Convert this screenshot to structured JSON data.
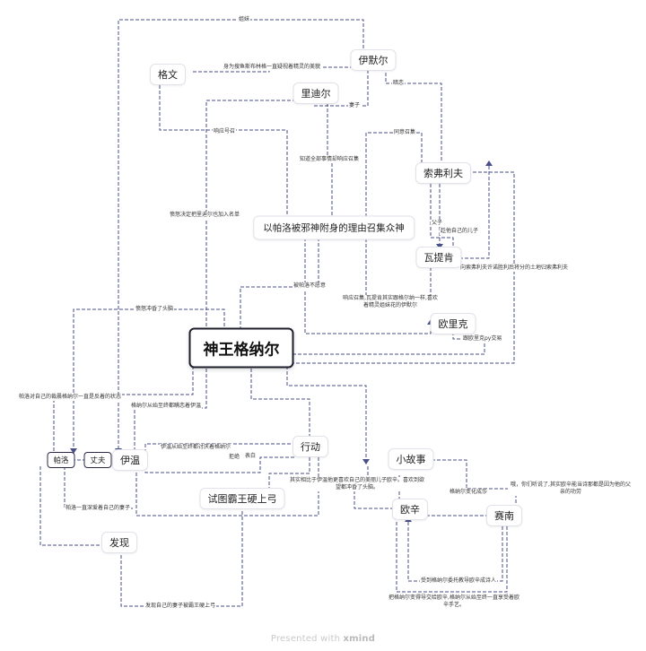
{
  "nodes": {
    "center": "神王格纳尔",
    "imir": "伊默尔",
    "gewen": "格文",
    "lidier": "里迪尔",
    "sofrifu": "索弗利夫",
    "waticken": "瓦提肯",
    "summon": "以帕洛被邪神附身的理由召集众神",
    "olike": "欧里克",
    "xingdong": "行动",
    "xiaogushi": "小故事",
    "yiwen": "伊温",
    "paluo": "帕洛",
    "zhangfu": "丈夫",
    "shitu": "试图霸王硬上弓",
    "faxian": "发现",
    "ouxin": "欧辛",
    "sainan": "赛南"
  },
  "labels": {
    "sister": "姐妹",
    "imir_desc": "身为搜鱼斯布林格一直疑视着精灵的美貌",
    "xiangying_hao": "响应号召",
    "wife": "妻子",
    "anlian": "暗恋",
    "tongyi_zhaoji": "同意召集",
    "zhidao": "知道全部事情却响应召集",
    "fennu_lidier": "愤怒决定把里迪尔也加入名单",
    "father_son": "父子",
    "shengmu": "趁他自己的儿子",
    "sofrifu_req": "向索弗利夫许诺胜利后将分的土地归索弗利夫",
    "beizhao": "被帕洛不愿意",
    "waticken_resp": "响应召集,瓦提肯其实跟格尔纳一样,喜欢着精灵姐妹花的伊默尔",
    "olike_deal": "跟欧里克py交易",
    "fennu_chong": "愤怒冲昏了头脑",
    "paluo_status": "帕洛对自己的裁晨格纳尔一直是反着的状态",
    "genaer_start": "格纳尔从始至终都瞒恋着伊温",
    "yiwen_love": "伊温从始至终都讨厌着格纳尔",
    "jujue": "拒绝",
    "biaobai": "表白",
    "qishi": "其实相比于伊温他更喜欢自己的美丽儿子欧辛。喜欢到欲望都冲昏了头脑。",
    "genaer_change": "格纳尔变化成莎",
    "ah_text": "哦，你们听说了,其实欧辛能当诗那都是因为他的父亲的功劳",
    "paluo_deep": "帕洛一直深爱着自己的妻子",
    "ouxin_sainan": "受到格纳尔委托教导欧辛成诗人",
    "found_wife": "发现自己的妻子被霸王硬上弓",
    "bottom_text": "把格纳尔变得导交给欧辛,格纳尔从始至终一直享受着欧辛手艺。"
  },
  "footer": {
    "presented": "Presented with",
    "brand": "xmind"
  },
  "colors": {
    "line": "#4a4f87",
    "central_border": "#1d1d2b"
  }
}
